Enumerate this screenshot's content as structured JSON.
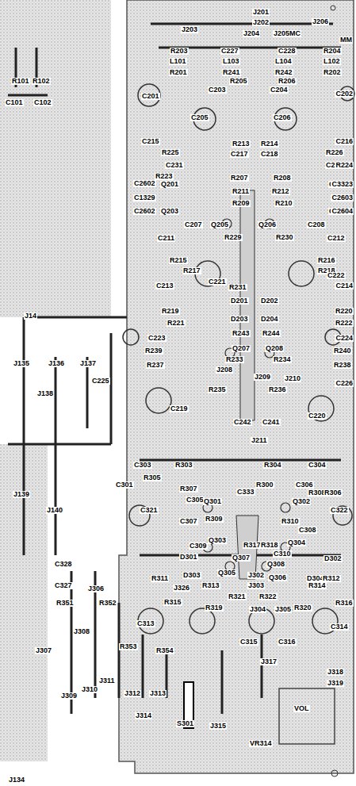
{
  "diagram": {
    "labels": [
      "R101",
      "R102",
      "C101",
      "C102",
      "J201",
      "J202",
      "J203",
      "J204",
      "J205MC",
      "J206",
      "MM",
      "R203",
      "C227",
      "C228",
      "R204",
      "L101",
      "L103",
      "L104",
      "L102",
      "R201",
      "R241",
      "R242",
      "R202",
      "R205",
      "R206",
      "C203",
      "C204",
      "C201",
      "C202",
      "C205",
      "C206",
      "C215",
      "R213",
      "R214",
      "C216",
      "R225",
      "C217",
      "C218",
      "R226",
      "C231",
      "C232",
      "R224",
      "R223",
      "R207",
      "R208",
      "C2602",
      "Q201",
      "Q202",
      "C3323",
      "C1329",
      "R211",
      "R212",
      "C2603",
      "C2602",
      "Q203",
      "R209",
      "R210",
      "Q204",
      "C2604",
      "C207",
      "Q205",
      "Q206",
      "C208",
      "C211",
      "R229",
      "R230",
      "C212",
      "R215",
      "R216",
      "R217",
      "R218",
      "C221",
      "C222",
      "C213",
      "R231",
      "C214",
      "D201",
      "D202",
      "R219",
      "R220",
      "R221",
      "D203",
      "D204",
      "R222",
      "J14",
      "C223",
      "R243",
      "R244",
      "C224",
      "J135",
      "J136",
      "J137",
      "R239",
      "Q207",
      "Q208",
      "R240",
      "R237",
      "R233",
      "R234",
      "R238",
      "C225",
      "J208",
      "J209",
      "J210",
      "R235",
      "R236",
      "C226",
      "J138",
      "C219",
      "C220",
      "C242",
      "C241",
      "J211",
      "J139",
      "J140",
      "C303",
      "R303",
      "R304",
      "C304",
      "C301",
      "R305",
      "R307",
      "C305",
      "C333",
      "R300",
      "C306",
      "R308",
      "R306",
      "Q302",
      "C321",
      "Q301",
      "C322",
      "C307",
      "R309",
      "R310",
      "C308",
      "C309",
      "Q303",
      "R317",
      "R318",
      "C310",
      "Q304",
      "D301",
      "Q307",
      "Q308",
      "D302",
      "R311",
      "D303",
      "Q305",
      "J302",
      "Q306",
      "D304",
      "R312",
      "C328",
      "J326",
      "R313",
      "J303",
      "R314",
      "C327",
      "J306",
      "R321",
      "R322",
      "R351",
      "R352",
      "R315",
      "R319",
      "J304",
      "J305",
      "R320",
      "R316",
      "J308",
      "C313",
      "C314",
      "J307",
      "R353",
      "R354",
      "C315",
      "C316",
      "J309",
      "J310",
      "J311",
      "J312",
      "J313",
      "J317",
      "J318",
      "J319",
      "J314",
      "S301",
      "J315",
      "VOL",
      "VR314",
      "J134"
    ]
  }
}
